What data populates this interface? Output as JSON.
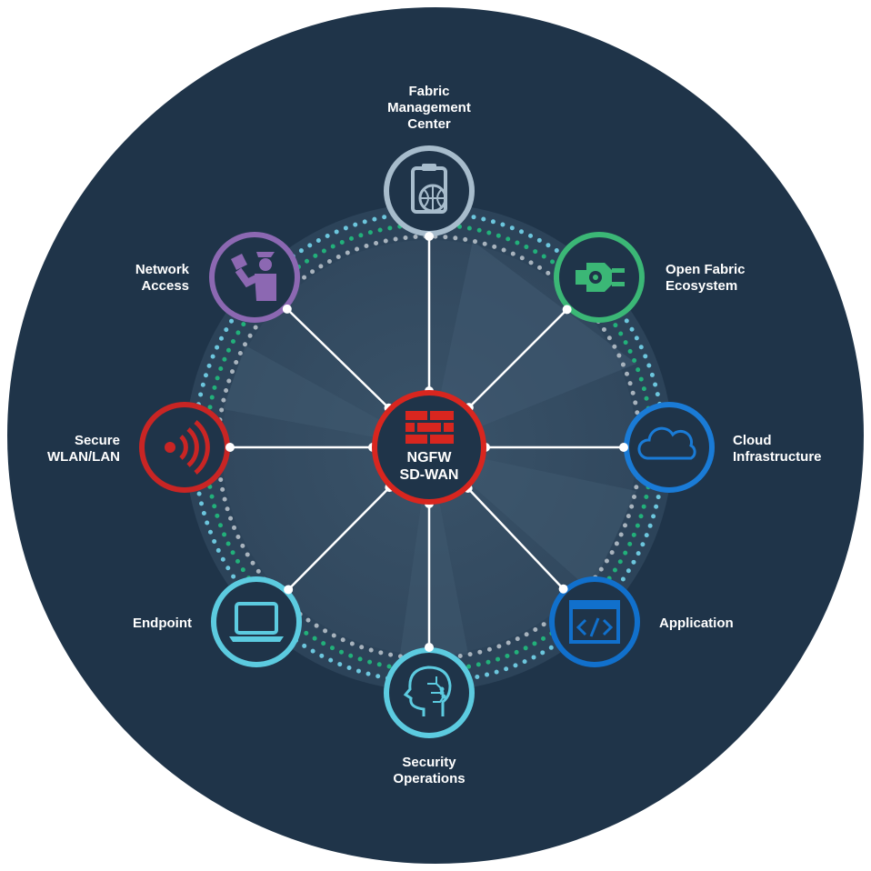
{
  "center": {
    "label": "NGFW\nSD-WAN",
    "color": "#d8261f",
    "icon": "firewall-icon"
  },
  "background_color": "#1f3449",
  "nodes": [
    {
      "id": "fabric-management-center",
      "label": "Fabric\nManagement\nCenter",
      "color": "#a7bccc",
      "icon": "clipboard-globe-icon"
    },
    {
      "id": "open-fabric-ecosystem",
      "label": "Open Fabric\nEcosystem",
      "color": "#3bb776",
      "icon": "plug-gear-icon"
    },
    {
      "id": "cloud-infrastructure",
      "label": "Cloud\nInfrastructure",
      "color": "#1a7bd6",
      "icon": "cloud-icon"
    },
    {
      "id": "application",
      "label": "Application",
      "color": "#1170cc",
      "icon": "code-window-icon"
    },
    {
      "id": "security-operations",
      "label": "Security\nOperations",
      "color": "#5ccbe0",
      "icon": "brain-circuit-icon"
    },
    {
      "id": "endpoint",
      "label": "Endpoint",
      "color": "#5ccbe0",
      "icon": "laptop-icon"
    },
    {
      "id": "secure-wlan-lan",
      "label": "Secure\nWLAN/LAN",
      "color": "#c92524",
      "icon": "wireless-signal-icon"
    },
    {
      "id": "network-access",
      "label": "Network\nAccess",
      "color": "#8c68b2",
      "icon": "guard-icon"
    }
  ]
}
